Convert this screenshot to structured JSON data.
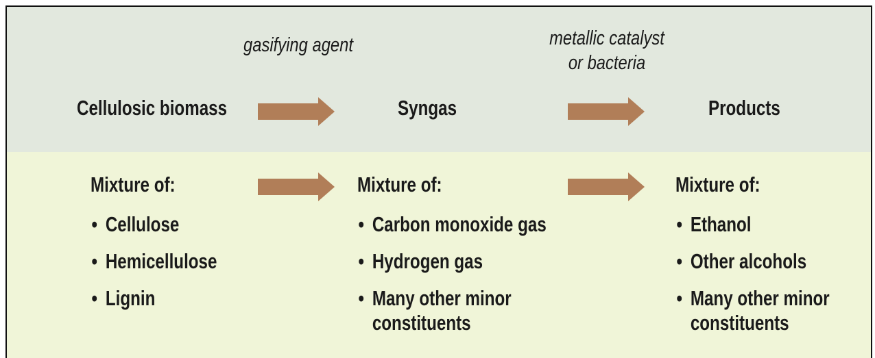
{
  "colors": {
    "top_band": "#e2e8de",
    "bottom_band": "#f0f5d8",
    "arrow": "#b17e58",
    "text": "#1a1a1a"
  },
  "agents": {
    "first": "gasifying agent",
    "second_line1": "metallic catalyst",
    "second_line2": "or bacteria"
  },
  "stages": [
    {
      "heading": "Cellulosic biomass",
      "mixture_label": "Mixture of:",
      "items": [
        "Cellulose",
        "Hemicellulose",
        "Lignin"
      ]
    },
    {
      "heading": "Syngas",
      "mixture_label": "Mixture of:",
      "items": [
        "Carbon monoxide gas",
        "Hydrogen gas",
        "Many other minor constituents"
      ]
    },
    {
      "heading": "Products",
      "mixture_label": "Mixture of:",
      "items": [
        "Ethanol",
        "Other alcohols",
        "Many other minor constituents"
      ]
    }
  ]
}
